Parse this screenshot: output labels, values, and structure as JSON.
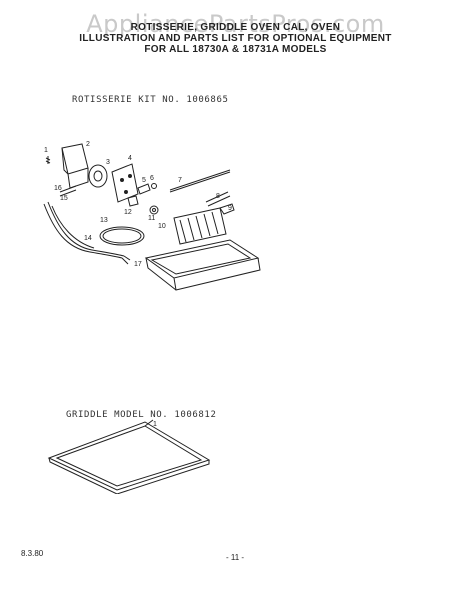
{
  "watermark": "AppliancePartsPros.com",
  "header": {
    "line1": "ROTISSERIE, GRIDDLE OVEN CAL, OVEN",
    "line2": "ILLUSTRATION AND PARTS LIST FOR OPTIONAL EQUIPMENT",
    "line3": "FOR ALL 18730A & 18731A MODELS"
  },
  "rotisserie": {
    "label": "ROTISSERIE KIT NO. 1006865",
    "callouts": [
      "1",
      "2",
      "3",
      "4",
      "5",
      "6",
      "7",
      "8",
      "9",
      "10",
      "11",
      "12",
      "13",
      "14",
      "15",
      "16",
      "17"
    ]
  },
  "griddle": {
    "label": "GRIDDLE MODEL NO. 1006812",
    "callouts": [
      "1"
    ]
  },
  "footer": {
    "date": "8.3.80",
    "page": "- 11 -"
  }
}
